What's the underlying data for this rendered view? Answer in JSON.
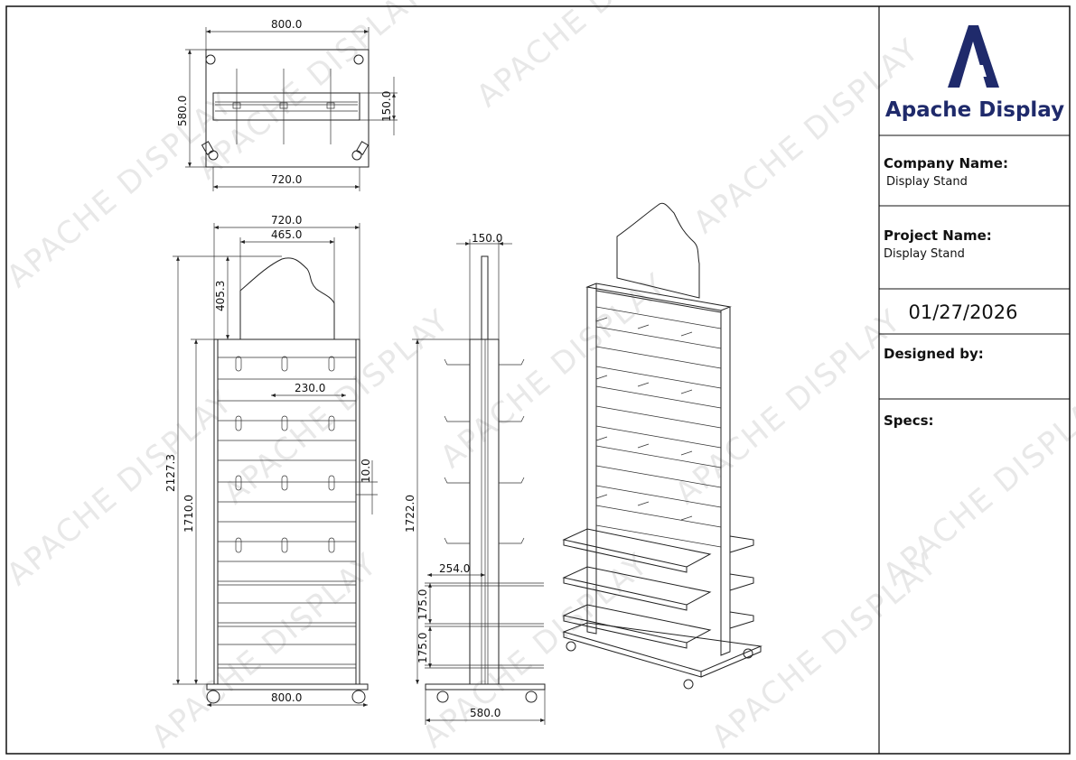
{
  "watermark": "APACHE DISPLAY",
  "title_block": {
    "brand": "Apache Display",
    "company_label": "Company Name:",
    "company_value": "Display Stand",
    "project_label": "Project Name:",
    "project_value": "Display Stand",
    "date": "01/27/2026",
    "designed_label": "Designed by:",
    "specs_label": "Specs:"
  },
  "colors": {
    "brand": "#1f2a6b",
    "line": "#222222",
    "watermark": "#d6d6d6"
  },
  "dimensions": {
    "top_width_outer": "800.0",
    "top_depth": "580.0",
    "top_slat_depth": "150.0",
    "top_width_inner": "720.0",
    "front_width": "720.0",
    "header_width": "465.0",
    "header_height": "405.3",
    "hook_spacing": "230.0",
    "total_height": "2127.3",
    "frame_height": "1710.0",
    "slot_gap": "10.0",
    "base_width": "800.0",
    "side_depth": "150.0",
    "side_height": "1722.0",
    "shelf_depth": "254.0",
    "shelf_gap_1": "175.0",
    "shelf_gap_2": "175.0",
    "side_base": "580.0"
  }
}
